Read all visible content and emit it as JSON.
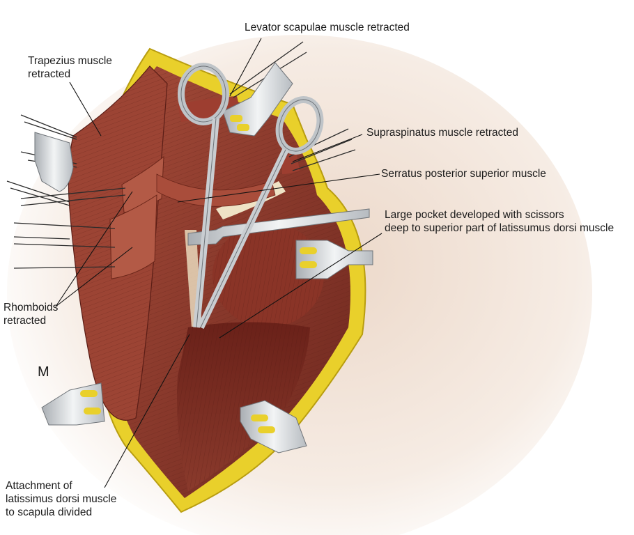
{
  "figure": {
    "title": "Surgical exposure: latissimus dorsi / scapular region",
    "orientation_marker": "M",
    "colors": {
      "muscle": "#8e3a2c",
      "muscle_dark": "#5e1f18",
      "muscle_light": "#b85c48",
      "fat": "#e8cf2a",
      "skin": "#f3e6dc",
      "instrument": "#d9dcdf",
      "fascia": "#efe3c6"
    },
    "labels": [
      {
        "id": "levator",
        "lines": [
          "Levator scapulae muscle retracted"
        ]
      },
      {
        "id": "trapezius",
        "lines": [
          "Trapezius muscle",
          "retracted"
        ]
      },
      {
        "id": "supraspinatus",
        "lines": [
          "Supraspinatus muscle retracted"
        ]
      },
      {
        "id": "serratus",
        "lines": [
          "Serratus posterior superior muscle"
        ]
      },
      {
        "id": "pocket",
        "lines": [
          "Large pocket developed with scissors",
          "deep to superior part of latissumus dorsi muscle"
        ]
      },
      {
        "id": "rhomboids",
        "lines": [
          "Rhomboids",
          "retracted"
        ]
      },
      {
        "id": "attachment",
        "lines": [
          "Attachment of",
          "latissimus dorsi muscle",
          "to scapula divided"
        ]
      }
    ]
  }
}
